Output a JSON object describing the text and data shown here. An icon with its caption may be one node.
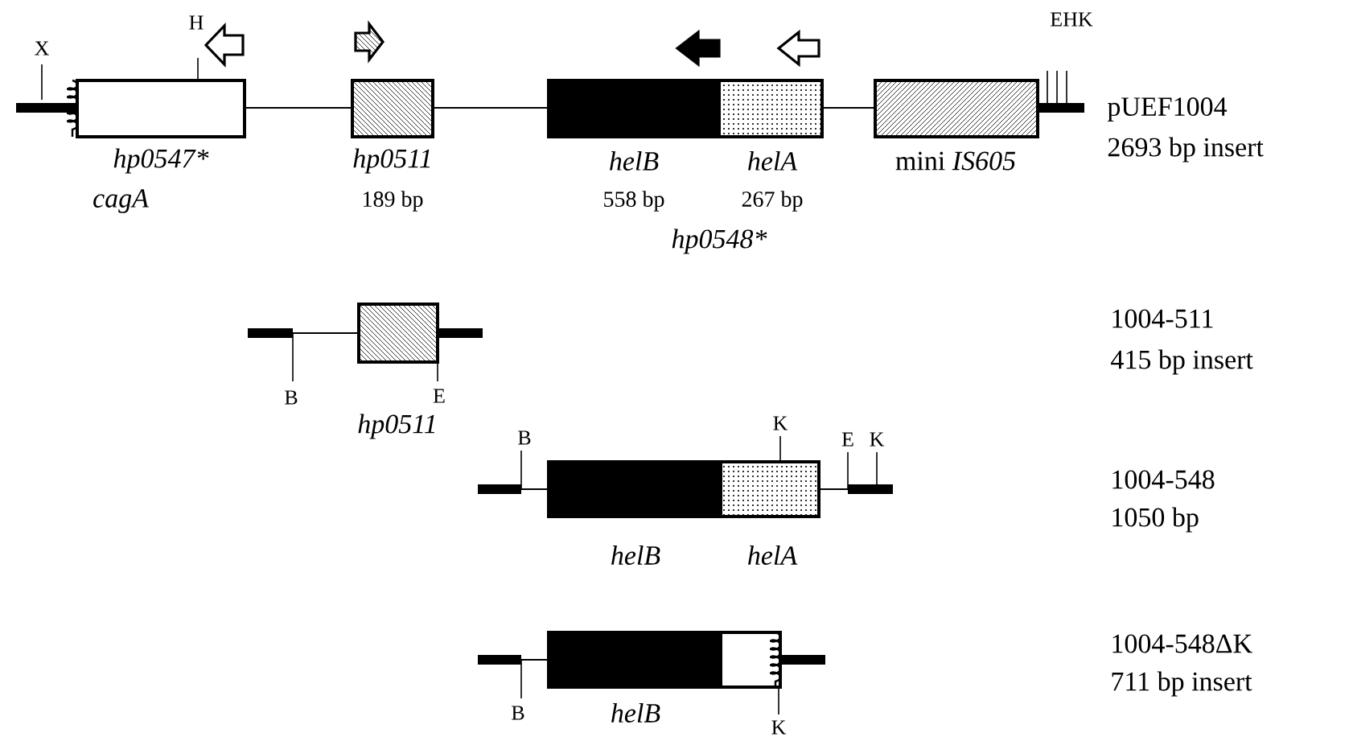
{
  "diagram": {
    "nodes": [
      {
        "text": [
          "hp0547*",
          "cagA"
        ]
      },
      {
        "text": [
          "hp0511",
          "189 bp"
        ]
      },
      {
        "text": [
          "helB",
          "558 bp"
        ]
      },
      {
        "text": [
          "helA",
          "267 bp"
        ]
      },
      {
        "text": [
          "mini *IS605*"
        ]
      },
      {
        "text": [
          "hp0511"
        ]
      },
      {
        "text": [
          "helB"
        ]
      },
      {
        "text": [
          "helA"
        ]
      },
      {
        "text": [
          "helB"
        ]
      },
      {
        "text": [],
        "shape": "box"
      }
    ],
    "labels": [
      "X",
      "H",
      "EHK",
      "pUEF1004",
      "2693 bp insert",
      "hp0548*",
      "B",
      "E",
      "1004-511",
      "415 bp insert",
      "B",
      "K",
      "E",
      "K",
      "1004-548",
      "1050 bp",
      "B",
      "K",
      "1004-548ΔK",
      "711 bp insert"
    ]
  }
}
